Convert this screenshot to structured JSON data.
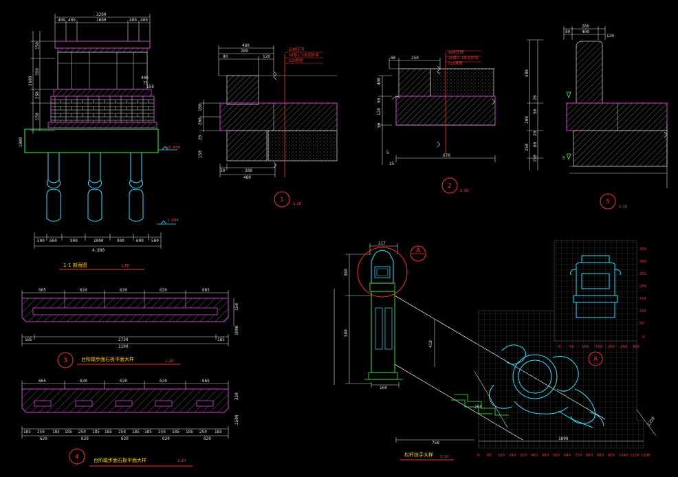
{
  "palette": {
    "background": "#000000",
    "dimension": "#dcdcdc",
    "outline_magenta": "#d641d6",
    "hatch": "#c8c8c8",
    "cyan": "#33e0ff",
    "green": "#40ff40",
    "red": "#ff3030",
    "yellow": "#ffd400",
    "grid": "#4a4a4a"
  },
  "section_main": {
    "top_dims": [
      "3200",
      "400",
      "400",
      "1600",
      "400",
      "400"
    ],
    "left_dims": [
      "150",
      "350",
      "3600",
      "250",
      "150"
    ],
    "side_dims": [
      "400",
      "75",
      "150"
    ],
    "right_dims": [
      "1000"
    ],
    "elev_top": "±0.000",
    "elev_bottom": "-1.000",
    "bottom_dims": [
      "500",
      "600",
      "900",
      "1000",
      "900",
      "600",
      "500"
    ],
    "bottom_total": "4,800",
    "title": "1-1 剖面图",
    "scale": "1:50"
  },
  "detail_1": {
    "top_dims": [
      "480",
      "280",
      "80",
      "120"
    ],
    "notes": [
      "石材压顶",
      "50厚1:3水泥砂浆",
      "C15垫层"
    ],
    "left_dims": [
      "100",
      "200",
      "20",
      "150"
    ],
    "bottom_dims": [
      "30",
      "380",
      "480"
    ],
    "callout": "1",
    "scale": "1:10"
  },
  "detail_2": {
    "top_dims": [
      "60",
      "250"
    ],
    "notes": [
      "石材压顶",
      "20厚1:3水泥砂浆",
      "C15垫层"
    ],
    "left_dims": [
      "400",
      "50",
      "120",
      "50"
    ],
    "bottom_dims": [
      "5",
      "670",
      "25"
    ],
    "callout": "2",
    "scale": "1:10"
  },
  "detail_5": {
    "top_dims": [
      "80",
      "280",
      "400",
      "120"
    ],
    "left_dims": [
      "500",
      "20",
      "50",
      "200",
      "20",
      "250",
      "60",
      "150",
      "5"
    ],
    "callout": "5",
    "scale": "1:10"
  },
  "detail_3": {
    "top_dims": [
      "665",
      "620",
      "620",
      "620",
      "665"
    ],
    "right_dims": [
      "350",
      "1000"
    ],
    "inner_dims": [
      "185",
      "2730",
      "185"
    ],
    "total": "3100",
    "callout": "3",
    "title": "台阶踏步面石板平面大样",
    "scale": "1:20"
  },
  "detail_4": {
    "top_dims": [
      "665",
      "620",
      "620",
      "620",
      "665"
    ],
    "right_dims": [
      "350",
      "2500"
    ],
    "inner_dims": [
      "185",
      "250",
      "185",
      "185",
      "250",
      "185",
      "185",
      "250",
      "185",
      "185",
      "250",
      "185",
      "185",
      "250",
      "185"
    ],
    "segment_dims": [
      "620",
      "620",
      "620",
      "620",
      "620"
    ],
    "callout": "4",
    "title": "台阶踏步面石板平面大样",
    "scale": "1:20"
  },
  "baluster": {
    "top_dims": [
      "217",
      "160"
    ],
    "left_dims": [
      "380",
      "580"
    ],
    "diag_dim": "410",
    "callout_top": "A",
    "title": "栏杆扶手大样",
    "scale": "1:10",
    "bottom_dim": "750"
  },
  "grid_detail": {
    "callout": "A",
    "axis_x": [
      "0",
      "50",
      "100",
      "150",
      "200",
      "250",
      "300"
    ],
    "axis_y": [
      "350",
      "300",
      "250",
      "200",
      "150",
      "100",
      "50",
      "0"
    ],
    "bottom_axis": [
      "0",
      "80",
      "160",
      "240",
      "320",
      "400",
      "480",
      "560",
      "640",
      "720",
      "800",
      "880",
      "960",
      "1040",
      "1120",
      "1200"
    ],
    "bottom_dim": "1800",
    "diag_dim": "250",
    "right_dim": "1250"
  }
}
